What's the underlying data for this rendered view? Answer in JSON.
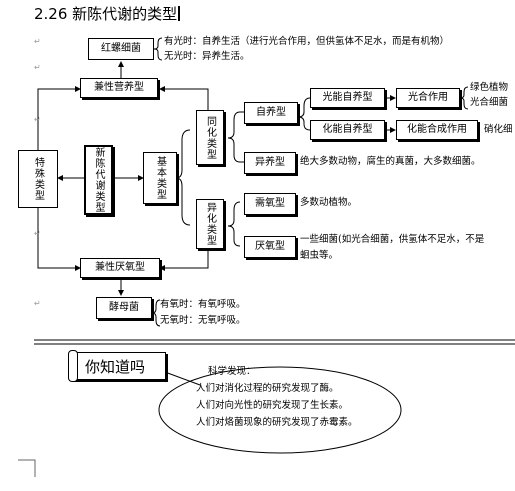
{
  "doc": {
    "title": "2.26 新陈代谢的类型",
    "center_label": "新陈代谢类型",
    "special_type": "特殊类型",
    "basic_type": "基本类型",
    "assim_type": "同化类型",
    "dissim_type": "异化类型",
    "red_bacteria": "红螺细菌",
    "amph_nutrition": "兼性营养型",
    "amph_anaerobic": "兼性厌氧型",
    "yeast": "酵母菌",
    "autotroph": "自养型",
    "heterotroph": "异养型",
    "aerobic": "需氧型",
    "anaerobic": "厌氧型",
    "photo_auto": "光能自养型",
    "chemo_auto": "化能自养型",
    "photosynthesis": "光合作用",
    "chemosynthesis": "化能合成作用",
    "red_light": "有光时：自养生活（进行光合作用，但供氢体不足水，而是有机物）",
    "red_dark": "无光时：异养生活。",
    "green_plants": "绿色植物",
    "photo_bacteria": "光合细菌",
    "nitrifying": "硝化细",
    "hetero_desc": "绝大多数动物，腐生的真菌，大多数细菌。",
    "aerobic_desc": "多数动植物。",
    "anaerobic_desc1": "一些细菌(如光合细菌，供氢体不足水，不是",
    "anaerobic_desc2": "蛔虫等。",
    "yeast_o2": "有氧时：有氧呼吸。",
    "yeast_no_o2": "无氧时：无氧呼吸。",
    "know_title": "你知道吗",
    "discovery_head": "科学发现：",
    "discovery_1": "人们对消化过程的研究发现了酶。",
    "discovery_2": "人们对向光性的研究发现了生长素。",
    "discovery_3": "人们对烙菌现象的研究发现了赤霉素。"
  }
}
